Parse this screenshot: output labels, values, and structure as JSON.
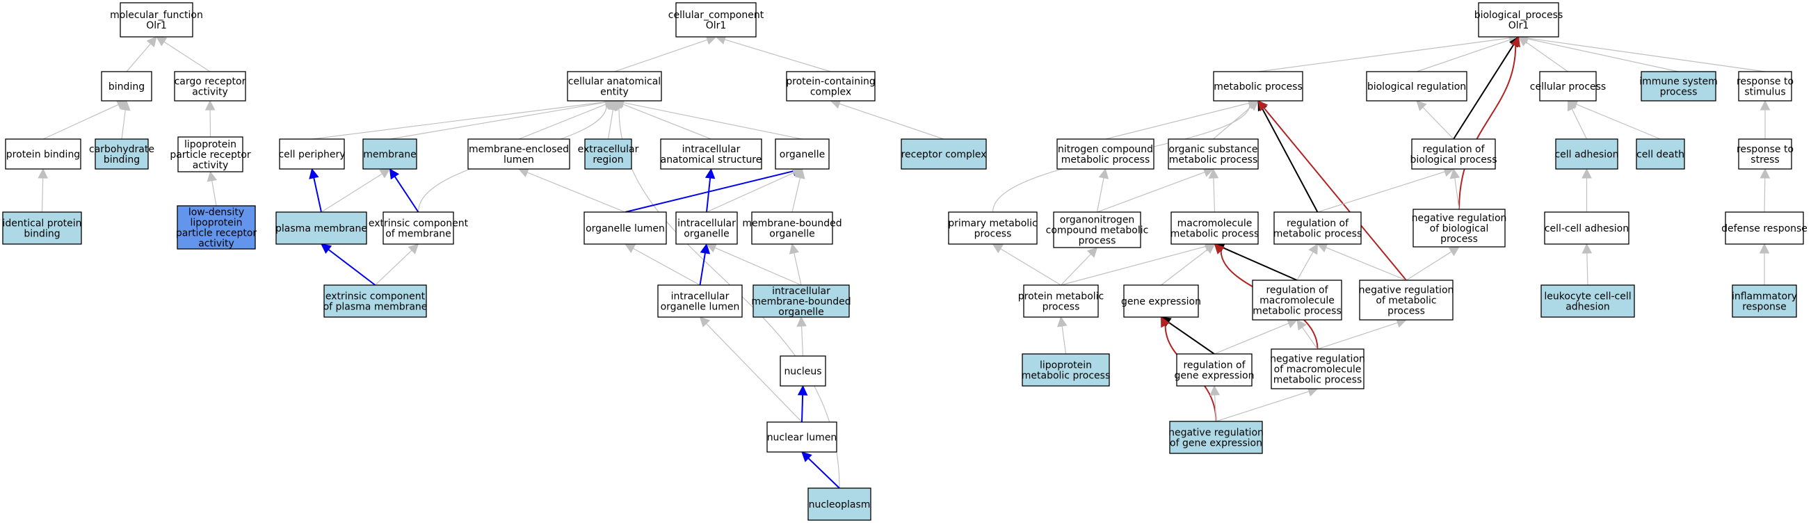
{
  "colors": {
    "default": "#ffffff",
    "light": "#add8e6",
    "dark": "#6495ed",
    "edge_gray": "#c0c0c0",
    "edge_blue": "#0000ee",
    "edge_black": "#000000",
    "edge_red": "#b22222",
    "border": "#000000"
  },
  "nodes": [
    {
      "id": "mf",
      "lines": [
        "molecular_function",
        "Olr1"
      ],
      "fill": "default"
    },
    {
      "id": "binding",
      "lines": [
        "binding"
      ],
      "fill": "default"
    },
    {
      "id": "cargo",
      "lines": [
        "cargo receptor",
        "activity"
      ],
      "fill": "default"
    },
    {
      "id": "protbind",
      "lines": [
        "protein binding"
      ],
      "fill": "default"
    },
    {
      "id": "carbbind",
      "lines": [
        "carbohydrate",
        "binding"
      ],
      "fill": "light"
    },
    {
      "id": "lipo_rec",
      "lines": [
        "lipoprotein",
        "particle receptor",
        "activity"
      ],
      "fill": "default"
    },
    {
      "id": "ident",
      "lines": [
        "identical protein",
        "binding"
      ],
      "fill": "light"
    },
    {
      "id": "ldl",
      "lines": [
        "low-density",
        "lipoprotein",
        "particle receptor",
        "activity"
      ],
      "fill": "dark"
    },
    {
      "id": "cc",
      "lines": [
        "cellular_component",
        "Olr1"
      ],
      "fill": "default"
    },
    {
      "id": "cae",
      "lines": [
        "cellular anatomical",
        "entity"
      ],
      "fill": "default"
    },
    {
      "id": "pcc",
      "lines": [
        "protein-containing",
        "complex"
      ],
      "fill": "default"
    },
    {
      "id": "cellper",
      "lines": [
        "cell periphery"
      ],
      "fill": "default"
    },
    {
      "id": "membrane",
      "lines": [
        "membrane"
      ],
      "fill": "light"
    },
    {
      "id": "mel",
      "lines": [
        "membrane-enclosed",
        "lumen"
      ],
      "fill": "default"
    },
    {
      "id": "extreg",
      "lines": [
        "extracellular",
        "region"
      ],
      "fill": "light"
    },
    {
      "id": "ias",
      "lines": [
        "intracellular",
        "anatomical structure"
      ],
      "fill": "default"
    },
    {
      "id": "organelle",
      "lines": [
        "organelle"
      ],
      "fill": "default"
    },
    {
      "id": "reccplx",
      "lines": [
        "receptor complex"
      ],
      "fill": "light"
    },
    {
      "id": "plasmam",
      "lines": [
        "plasma membrane"
      ],
      "fill": "light"
    },
    {
      "id": "extcompm",
      "lines": [
        "extrinsic component",
        "of membrane"
      ],
      "fill": "default"
    },
    {
      "id": "orglumen",
      "lines": [
        "organelle lumen"
      ],
      "fill": "default"
    },
    {
      "id": "intorg",
      "lines": [
        "intracellular",
        "organelle"
      ],
      "fill": "default"
    },
    {
      "id": "mbo",
      "lines": [
        "membrane-bounded",
        "organelle"
      ],
      "fill": "default"
    },
    {
      "id": "extcomppm",
      "lines": [
        "extrinsic component",
        "of plasma membrane"
      ],
      "fill": "light"
    },
    {
      "id": "iol",
      "lines": [
        "intracellular",
        "organelle lumen"
      ],
      "fill": "default"
    },
    {
      "id": "imbo",
      "lines": [
        "intracellular",
        "membrane-bounded",
        "organelle"
      ],
      "fill": "light"
    },
    {
      "id": "nucleus",
      "lines": [
        "nucleus"
      ],
      "fill": "default"
    },
    {
      "id": "nuclumen",
      "lines": [
        "nuclear lumen"
      ],
      "fill": "default"
    },
    {
      "id": "nucleoplasm",
      "lines": [
        "nucleoplasm"
      ],
      "fill": "light"
    },
    {
      "id": "bp",
      "lines": [
        "biological_process",
        "Olr1"
      ],
      "fill": "default"
    },
    {
      "id": "metab",
      "lines": [
        "metabolic process"
      ],
      "fill": "default"
    },
    {
      "id": "bioreg",
      "lines": [
        "biological regulation"
      ],
      "fill": "default"
    },
    {
      "id": "cellproc",
      "lines": [
        "cellular process"
      ],
      "fill": "default"
    },
    {
      "id": "immune",
      "lines": [
        "immune system",
        "process"
      ],
      "fill": "light"
    },
    {
      "id": "resp_stim",
      "lines": [
        "response to",
        "stimulus"
      ],
      "fill": "default"
    },
    {
      "id": "nitro",
      "lines": [
        "nitrogen compound",
        "metabolic process"
      ],
      "fill": "default"
    },
    {
      "id": "orgsub",
      "lines": [
        "organic substance",
        "metabolic process"
      ],
      "fill": "default"
    },
    {
      "id": "regbio",
      "lines": [
        "regulation of",
        "biological process"
      ],
      "fill": "default"
    },
    {
      "id": "celladh",
      "lines": [
        "cell adhesion"
      ],
      "fill": "light"
    },
    {
      "id": "celldeath",
      "lines": [
        "cell death"
      ],
      "fill": "light"
    },
    {
      "id": "resp_stress",
      "lines": [
        "response to",
        "stress"
      ],
      "fill": "default"
    },
    {
      "id": "primmet",
      "lines": [
        "primary metabolic",
        "process"
      ],
      "fill": "default"
    },
    {
      "id": "organonit",
      "lines": [
        "organonitrogen",
        "compound metabolic",
        "process"
      ],
      "fill": "default"
    },
    {
      "id": "macromet",
      "lines": [
        "macromolecule",
        "metabolic process"
      ],
      "fill": "default"
    },
    {
      "id": "regmet",
      "lines": [
        "regulation of",
        "metabolic process"
      ],
      "fill": "default"
    },
    {
      "id": "negregbio",
      "lines": [
        "negative regulation",
        "of biological",
        "process"
      ],
      "fill": "default"
    },
    {
      "id": "cca",
      "lines": [
        "cell-cell adhesion"
      ],
      "fill": "default"
    },
    {
      "id": "defense",
      "lines": [
        "defense response"
      ],
      "fill": "default"
    },
    {
      "id": "protmet",
      "lines": [
        "protein metabolic",
        "process"
      ],
      "fill": "default"
    },
    {
      "id": "geneexp",
      "lines": [
        "gene expression"
      ],
      "fill": "default"
    },
    {
      "id": "regmacro",
      "lines": [
        "regulation of",
        "macromolecule",
        "metabolic process"
      ],
      "fill": "default"
    },
    {
      "id": "negregmet",
      "lines": [
        "negative regulation",
        "of metabolic",
        "process"
      ],
      "fill": "default"
    },
    {
      "id": "leuko",
      "lines": [
        "leukocyte cell-cell",
        "adhesion"
      ],
      "fill": "light"
    },
    {
      "id": "inflam",
      "lines": [
        "inflammatory",
        "response"
      ],
      "fill": "light"
    },
    {
      "id": "lipomet",
      "lines": [
        "lipoprotein",
        "metabolic process"
      ],
      "fill": "light"
    },
    {
      "id": "reggene",
      "lines": [
        "regulation of",
        "gene expression"
      ],
      "fill": "default"
    },
    {
      "id": "negregmacro",
      "lines": [
        "negative regulation",
        "of macromolecule",
        "metabolic process"
      ],
      "fill": "default"
    },
    {
      "id": "negreggene",
      "lines": [
        "negative regulation",
        "of gene expression"
      ],
      "fill": "light"
    }
  ],
  "edges": [
    {
      "from": "binding",
      "to": "mf",
      "color": "edge_gray"
    },
    {
      "from": "cargo",
      "to": "mf",
      "color": "edge_gray"
    },
    {
      "from": "protbind",
      "to": "binding",
      "color": "edge_gray"
    },
    {
      "from": "carbbind",
      "to": "binding",
      "color": "edge_gray"
    },
    {
      "from": "lipo_rec",
      "to": "cargo",
      "color": "edge_gray"
    },
    {
      "from": "ident",
      "to": "protbind",
      "color": "edge_gray"
    },
    {
      "from": "ldl",
      "to": "lipo_rec",
      "color": "edge_gray"
    },
    {
      "from": "cae",
      "to": "cc",
      "color": "edge_gray"
    },
    {
      "from": "pcc",
      "to": "cc",
      "color": "edge_gray"
    },
    {
      "from": "cellper",
      "to": "cae",
      "color": "edge_gray"
    },
    {
      "from": "membrane",
      "to": "cae",
      "color": "edge_gray"
    },
    {
      "from": "mel",
      "to": "cae",
      "color": "edge_gray"
    },
    {
      "from": "extreg",
      "to": "cae",
      "color": "edge_gray"
    },
    {
      "from": "ias",
      "to": "cae",
      "color": "edge_gray"
    },
    {
      "from": "organelle",
      "to": "cae",
      "color": "edge_gray"
    },
    {
      "from": "extcompm",
      "to": "cae",
      "color": "edge_gray",
      "curve": true
    },
    {
      "from": "nucleoplasm",
      "to": "cae",
      "color": "edge_gray",
      "curve": true
    },
    {
      "from": "reccplx",
      "to": "pcc",
      "color": "edge_gray"
    },
    {
      "from": "plasmam",
      "to": "cellper",
      "color": "edge_blue"
    },
    {
      "from": "plasmam",
      "to": "membrane",
      "color": "edge_gray"
    },
    {
      "from": "extcompm",
      "to": "membrane",
      "color": "edge_blue"
    },
    {
      "from": "orglumen",
      "to": "mel",
      "color": "edge_gray"
    },
    {
      "from": "orglumen",
      "to": "organelle",
      "color": "edge_blue"
    },
    {
      "from": "intorg",
      "to": "ias",
      "color": "edge_blue"
    },
    {
      "from": "intorg",
      "to": "organelle",
      "color": "edge_gray"
    },
    {
      "from": "mbo",
      "to": "organelle",
      "color": "edge_gray"
    },
    {
      "from": "extcomppm",
      "to": "plasmam",
      "color": "edge_blue"
    },
    {
      "from": "extcomppm",
      "to": "extcompm",
      "color": "edge_gray"
    },
    {
      "from": "iol",
      "to": "orglumen",
      "color": "edge_gray"
    },
    {
      "from": "iol",
      "to": "intorg",
      "color": "edge_blue"
    },
    {
      "from": "imbo",
      "to": "intorg",
      "color": "edge_gray"
    },
    {
      "from": "imbo",
      "to": "mbo",
      "color": "edge_gray"
    },
    {
      "from": "nucleus",
      "to": "imbo",
      "color": "edge_gray"
    },
    {
      "from": "nuclumen",
      "to": "iol",
      "color": "edge_gray"
    },
    {
      "from": "nuclumen",
      "to": "nucleus",
      "color": "edge_blue"
    },
    {
      "from": "nucleoplasm",
      "to": "nuclumen",
      "color": "edge_blue"
    },
    {
      "from": "metab",
      "to": "bp",
      "color": "edge_gray"
    },
    {
      "from": "bioreg",
      "to": "bp",
      "color": "edge_gray"
    },
    {
      "from": "cellproc",
      "to": "bp",
      "color": "edge_gray"
    },
    {
      "from": "immune",
      "to": "bp",
      "color": "edge_gray"
    },
    {
      "from": "resp_stim",
      "to": "bp",
      "color": "edge_gray"
    },
    {
      "from": "regbio",
      "to": "bp",
      "color": "edge_black"
    },
    {
      "from": "negregbio",
      "to": "bp",
      "color": "edge_red",
      "curve": true
    },
    {
      "from": "nitro",
      "to": "metab",
      "color": "edge_gray"
    },
    {
      "from": "orgsub",
      "to": "metab",
      "color": "edge_gray"
    },
    {
      "from": "primmet",
      "to": "metab",
      "color": "edge_gray",
      "curve": true
    },
    {
      "from": "regmet",
      "to": "metab",
      "color": "edge_black"
    },
    {
      "from": "negregmet",
      "to": "metab",
      "color": "edge_red"
    },
    {
      "from": "regbio",
      "to": "bioreg",
      "color": "edge_gray"
    },
    {
      "from": "celladh",
      "to": "cellproc",
      "color": "edge_gray"
    },
    {
      "from": "celldeath",
      "to": "cellproc",
      "color": "edge_gray"
    },
    {
      "from": "resp_stress",
      "to": "resp_stim",
      "color": "edge_gray"
    },
    {
      "from": "organonit",
      "to": "nitro",
      "color": "edge_gray"
    },
    {
      "from": "organonit",
      "to": "orgsub",
      "color": "edge_gray"
    },
    {
      "from": "macromet",
      "to": "orgsub",
      "color": "edge_gray"
    },
    {
      "from": "regmet",
      "to": "regbio",
      "color": "edge_gray"
    },
    {
      "from": "negregbio",
      "to": "regbio",
      "color": "edge_gray"
    },
    {
      "from": "cca",
      "to": "celladh",
      "color": "edge_gray"
    },
    {
      "from": "defense",
      "to": "resp_stress",
      "color": "edge_gray"
    },
    {
      "from": "protmet",
      "to": "primmet",
      "color": "edge_gray"
    },
    {
      "from": "protmet",
      "to": "organonit",
      "color": "edge_gray"
    },
    {
      "from": "protmet",
      "to": "macromet",
      "color": "edge_gray"
    },
    {
      "from": "geneexp",
      "to": "macromet",
      "color": "edge_gray"
    },
    {
      "from": "regmacro",
      "to": "macromet",
      "color": "edge_black"
    },
    {
      "from": "negregmacro",
      "to": "macromet",
      "color": "edge_red",
      "curve": true
    },
    {
      "from": "regmacro",
      "to": "regmet",
      "color": "edge_gray"
    },
    {
      "from": "negregmet",
      "to": "regmet",
      "color": "edge_gray"
    },
    {
      "from": "negregmet",
      "to": "negregbio",
      "color": "edge_gray"
    },
    {
      "from": "leuko",
      "to": "cca",
      "color": "edge_gray"
    },
    {
      "from": "inflam",
      "to": "defense",
      "color": "edge_gray"
    },
    {
      "from": "lipomet",
      "to": "protmet",
      "color": "edge_gray"
    },
    {
      "from": "reggene",
      "to": "geneexp",
      "color": "edge_black"
    },
    {
      "from": "reggene",
      "to": "regmacro",
      "color": "edge_gray"
    },
    {
      "from": "negregmacro",
      "to": "regmacro",
      "color": "edge_gray"
    },
    {
      "from": "negregmacro",
      "to": "negregmet",
      "color": "edge_gray"
    },
    {
      "from": "negreggene",
      "to": "geneexp",
      "color": "edge_red",
      "curve": true
    },
    {
      "from": "negreggene",
      "to": "reggene",
      "color": "edge_gray"
    },
    {
      "from": "negreggene",
      "to": "negregmacro",
      "color": "edge_gray"
    }
  ]
}
